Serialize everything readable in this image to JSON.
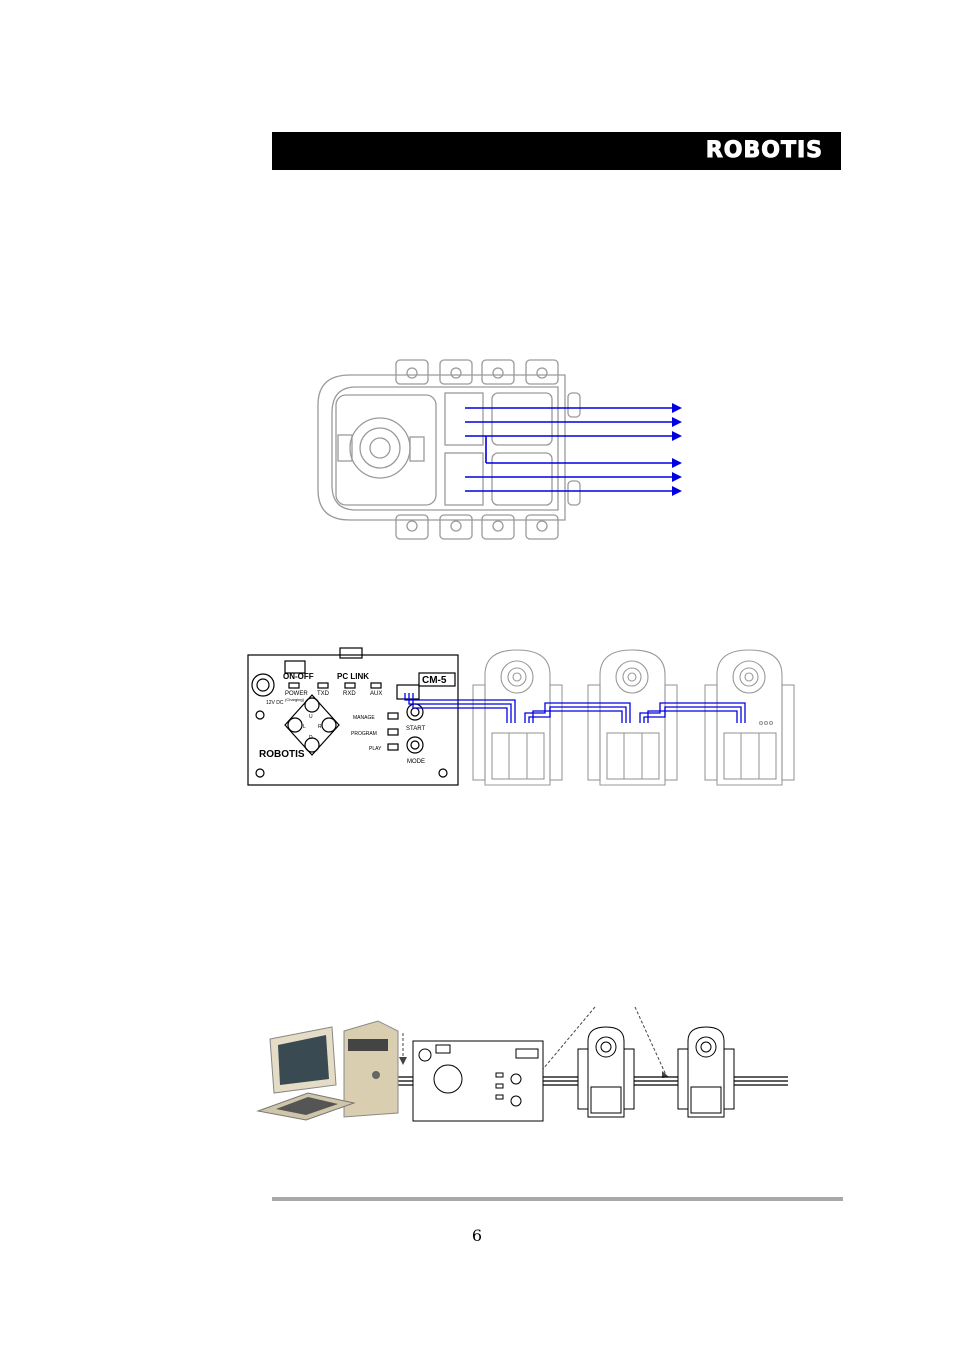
{
  "header": {
    "brand": "ROBOTIS"
  },
  "controller": {
    "labels": {
      "on_off": "ON-OFF",
      "pc_link": "PC LINK",
      "model": "CM-5",
      "power": "POWER",
      "charging": "(Charging)",
      "txd": "TXD",
      "rxd": "RXD",
      "aux": "AUX",
      "dc_in": "12V DC",
      "manage": "MANAGE",
      "program": "PROGRAM",
      "play": "PLAY",
      "start": "START",
      "mode": "MODE",
      "brand": "ROBOTIS",
      "up": "U",
      "left": "L",
      "right": "R",
      "down": "D"
    }
  },
  "footer": {
    "page_number": "6"
  },
  "colors": {
    "wire": "#0000e0",
    "outline": "#9a9a9a",
    "header_bg": "#000000"
  }
}
